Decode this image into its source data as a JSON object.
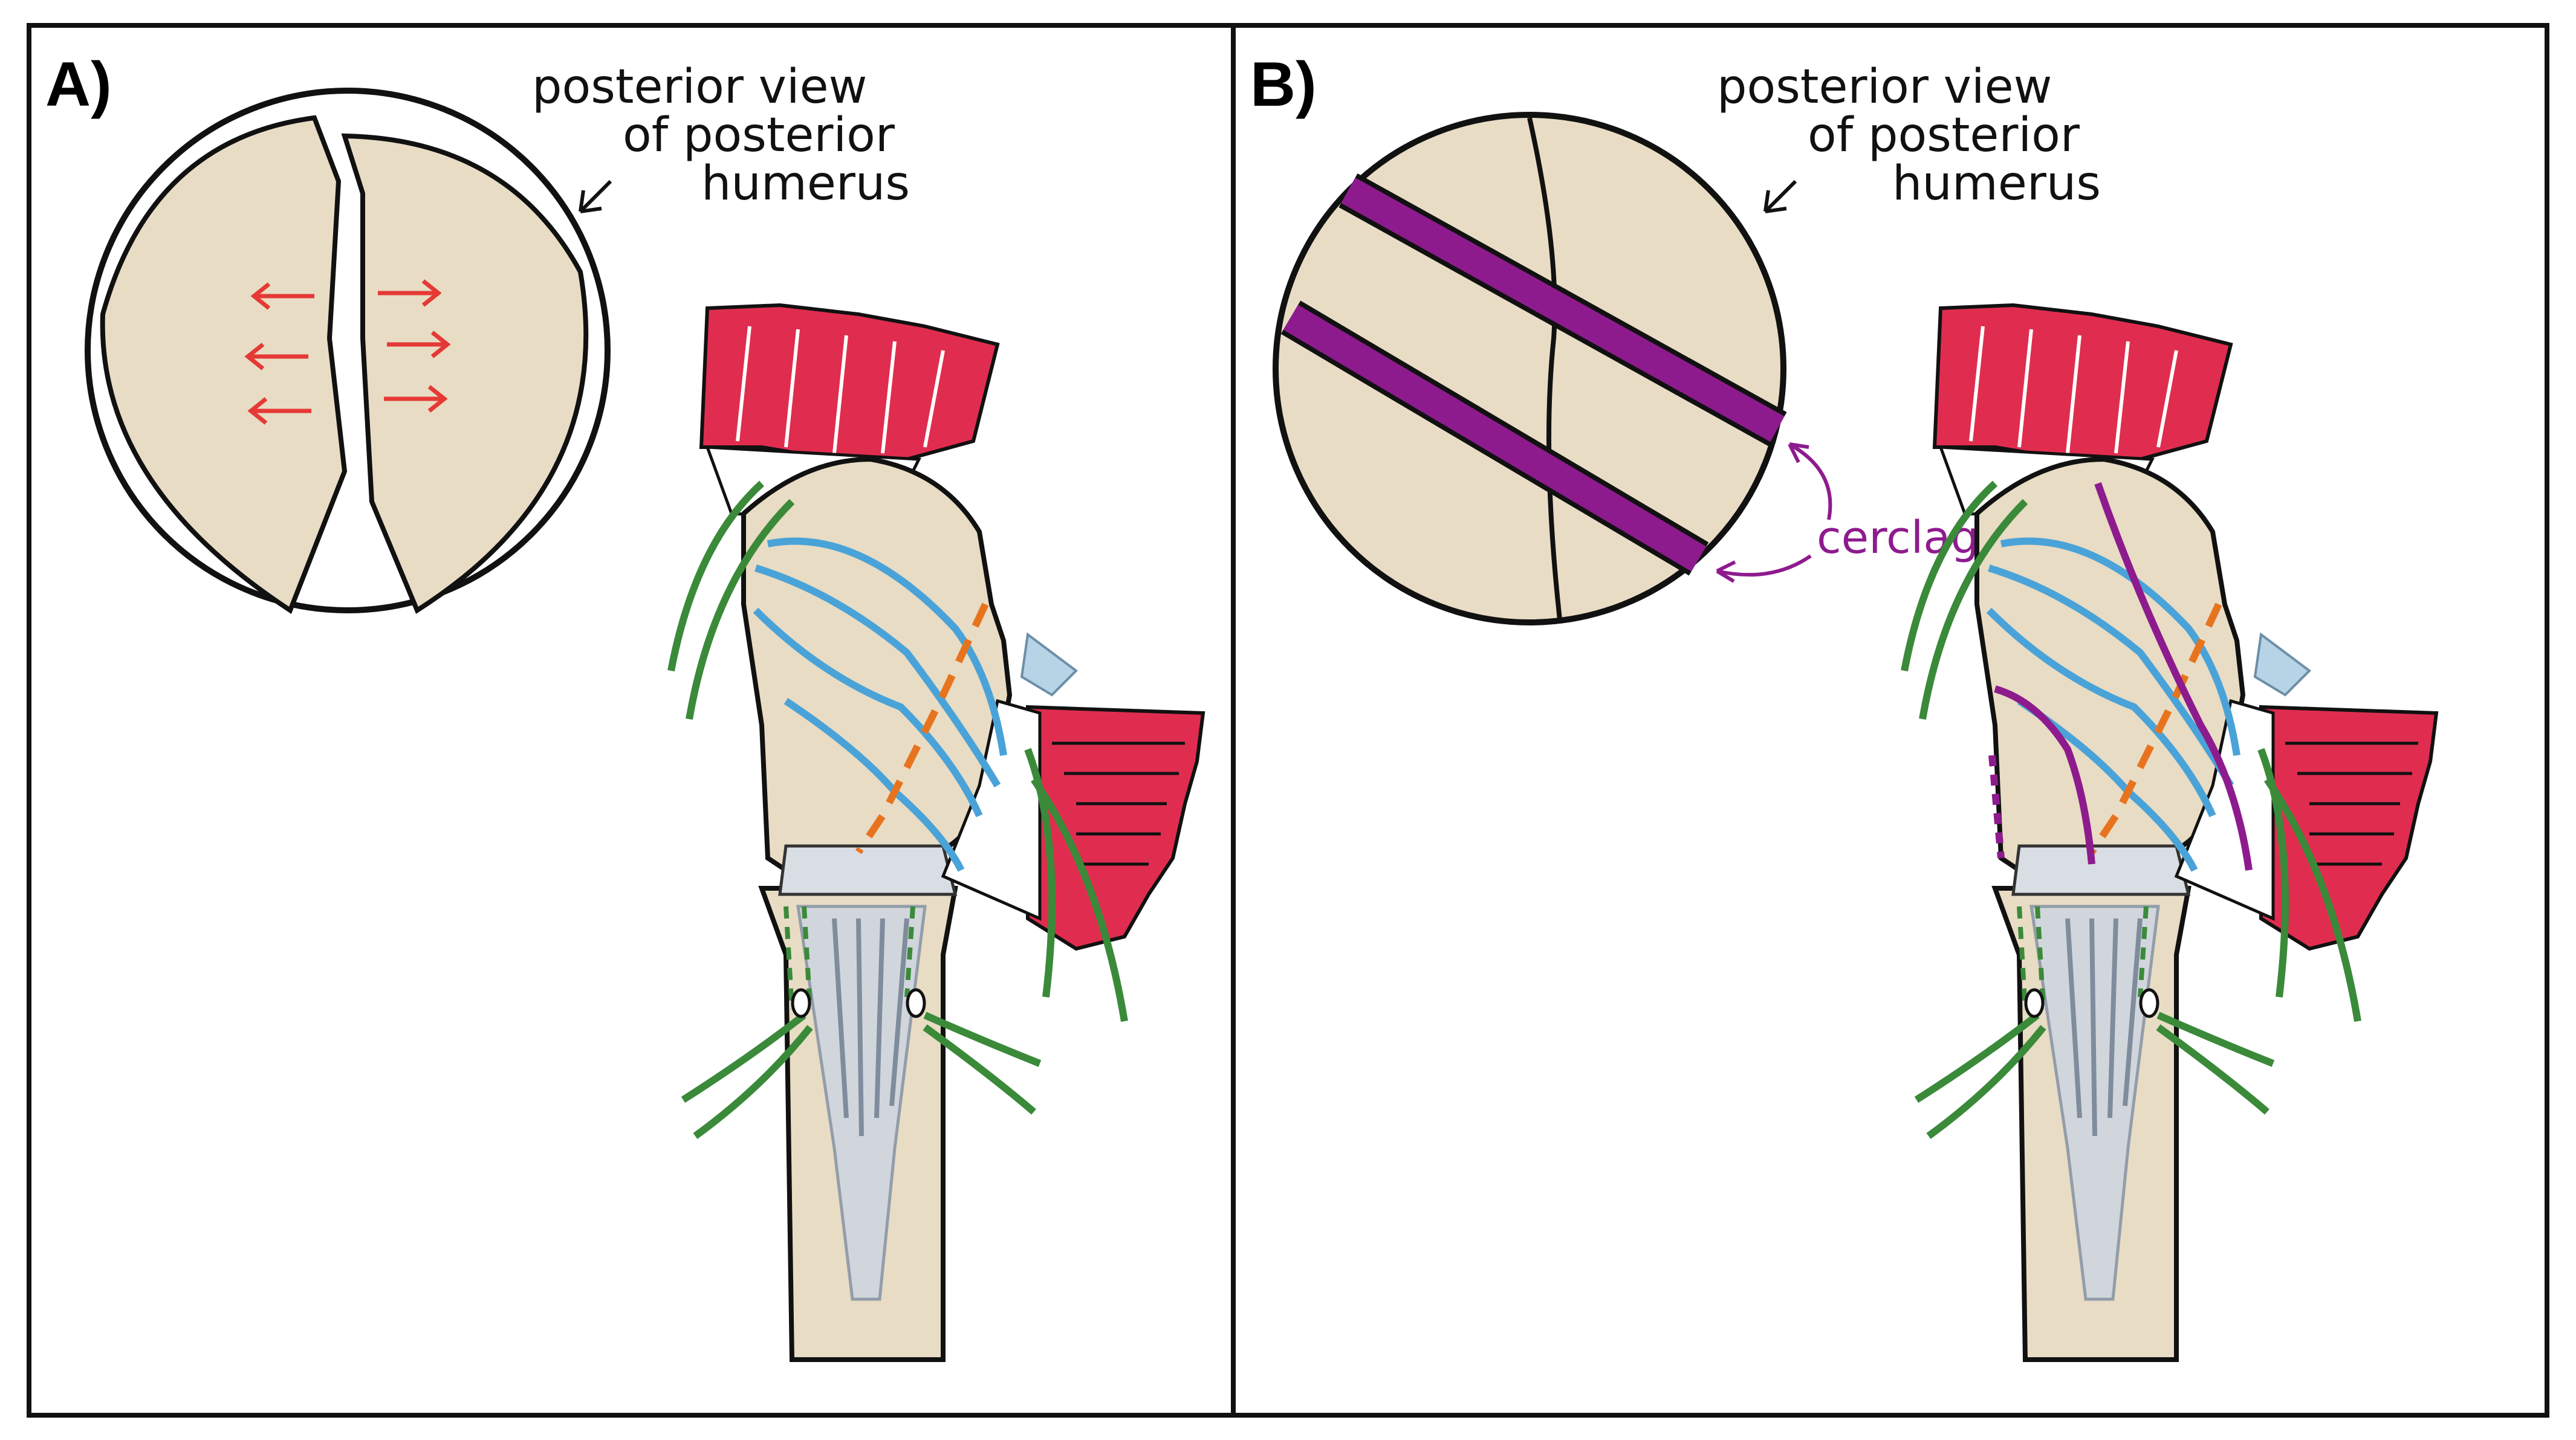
{
  "panels": {
    "a": {
      "label": "A)",
      "callout": [
        "posterior view",
        "of posterior",
        "humerus"
      ]
    },
    "b": {
      "label": "B)",
      "callout": [
        "posterior view",
        "of posterior",
        "humerus"
      ],
      "cerclage_label": "cerclage"
    }
  },
  "colors": {
    "bone": "#e8dcc4",
    "muscle": "#e02d4f",
    "suture_blue": "#4aa3d8",
    "suture_green": "#3a8a3a",
    "orange_dashed": "#e8731e",
    "cerclage_purple": "#8e1b8e",
    "arrows_red": "#e53935",
    "outline": "#111111"
  },
  "icons": [
    "callout-arrow-icon",
    "displacement-arrow-icon"
  ]
}
